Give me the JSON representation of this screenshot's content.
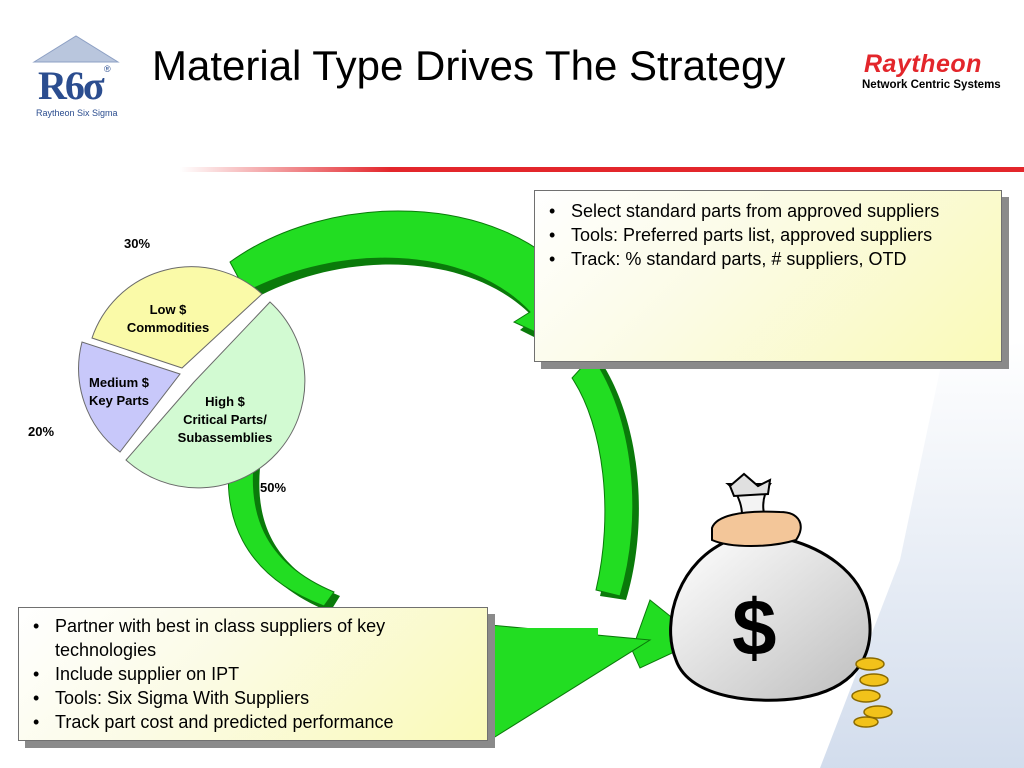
{
  "slide": {
    "title": "Material Type Drives The Strategy"
  },
  "logo": {
    "mark": "R6σ",
    "registered": "®",
    "caption": "Raytheon Six Sigma"
  },
  "brand": {
    "name": "Raytheon",
    "subtitle": "Network Centric Systems",
    "accent_color": "#e3262b"
  },
  "pie": {
    "segments": [
      {
        "label_line1": "Low $",
        "label_line2": "Commodities",
        "percent": "30%",
        "color": "#fafaa8"
      },
      {
        "label_line1": "Medium $",
        "label_line2": "Key Parts",
        "percent": "20%",
        "color": "#c8c8fa"
      },
      {
        "label_line1": "High $",
        "label_line2": "Critical Parts/",
        "label_line3": "Subassemblies",
        "percent": "50%",
        "color": "#d2fad2"
      }
    ]
  },
  "top_box": {
    "bullets": [
      "Select standard parts from approved suppliers",
      "Tools: Preferred parts list, approved suppliers",
      "Track:  % standard parts, # suppliers, OTD"
    ]
  },
  "bottom_box": {
    "bullets": [
      "Partner with best in class suppliers of key technologies",
      "Include supplier on IPT",
      "Tools: Six Sigma With Suppliers",
      "Track part cost and predicted performance"
    ]
  },
  "money_bag": {
    "symbol": "$",
    "icon": "money-bag-icon"
  },
  "arrow_color": "#22dd22"
}
